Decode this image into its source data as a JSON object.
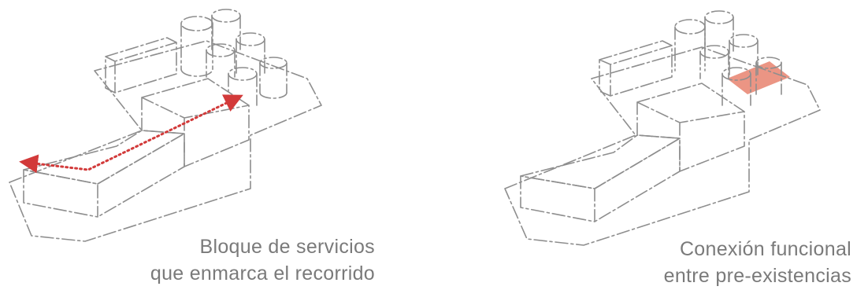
{
  "panels": [
    {
      "caption_lines": [
        "Bloque de servicios",
        "que enmarca el recorrido"
      ],
      "highlight": "circulation-arrow"
    },
    {
      "caption_lines": [
        "Conexión funcional",
        "entre pre-existencias"
      ],
      "highlight": "connection-area"
    }
  ],
  "colors": {
    "sketch_line": "#8e8e8e",
    "caption_text": "#7a7a7a",
    "arrow": "#d23a3a",
    "connection_fill": "#e8826e"
  }
}
